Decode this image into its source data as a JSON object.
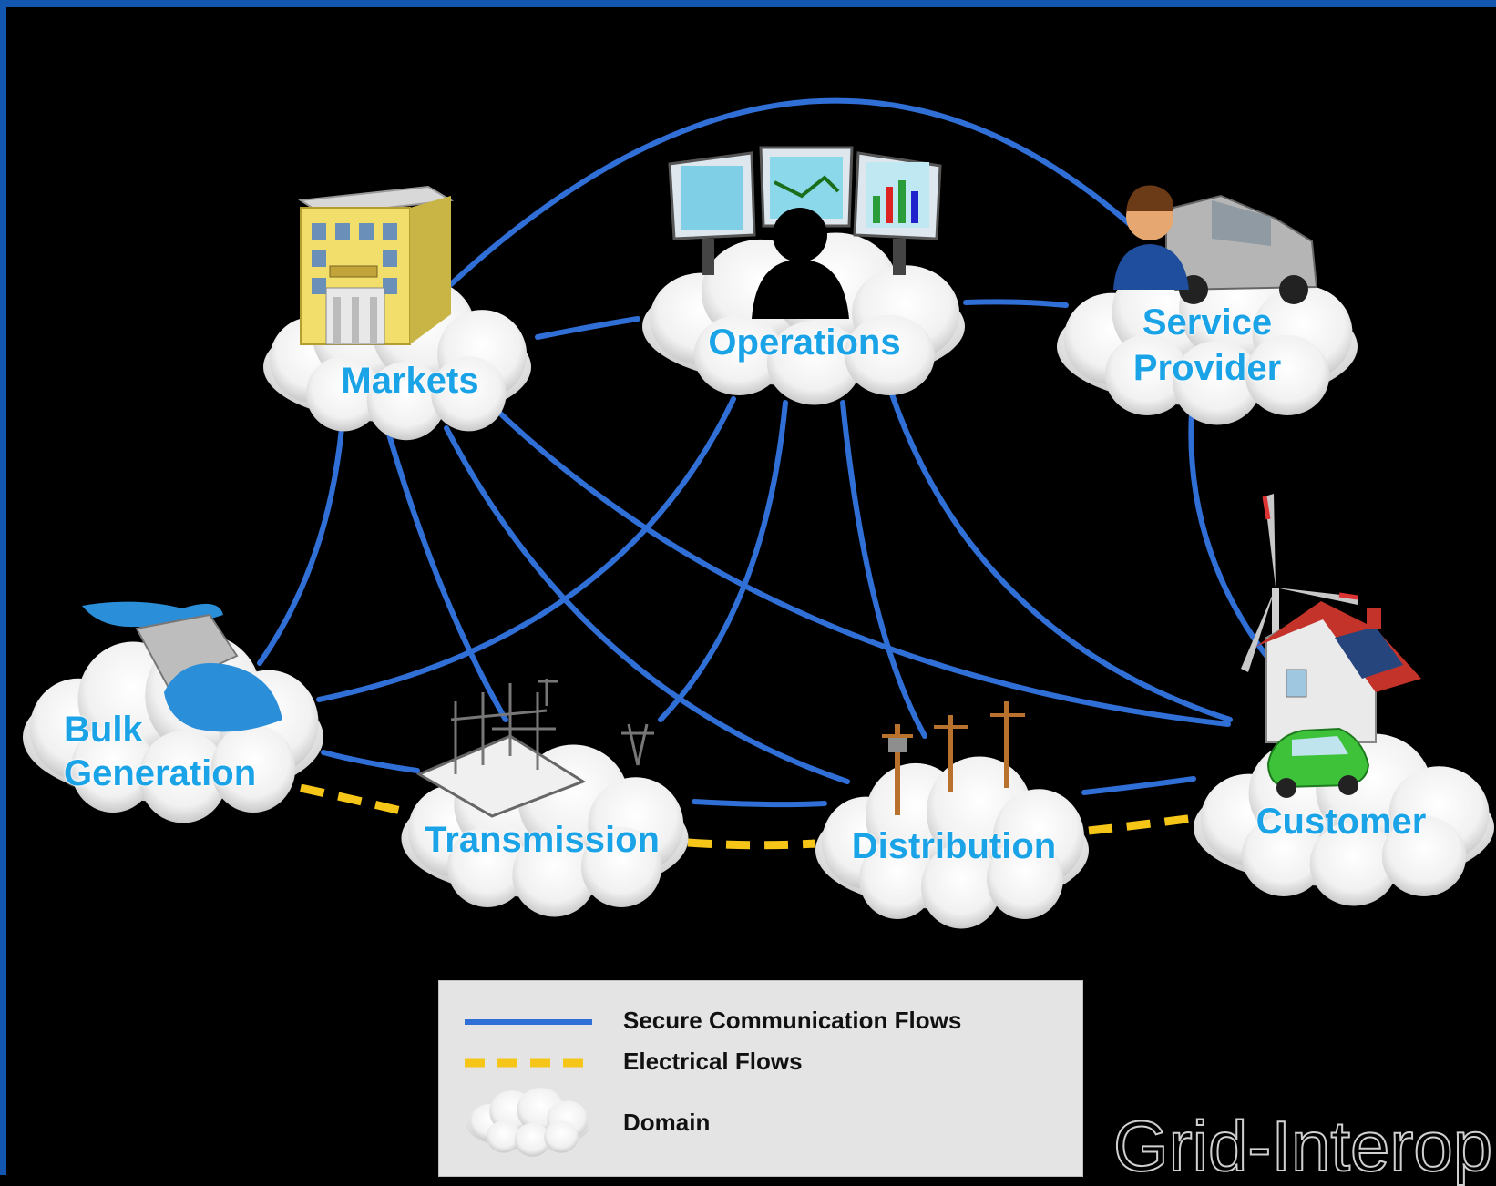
{
  "domains": {
    "markets": {
      "label": "Markets"
    },
    "operations": {
      "label": "Operations"
    },
    "service_provider": {
      "line1": "Service",
      "line2": "Provider"
    },
    "bulk_generation": {
      "line1": "Bulk",
      "line2": "Generation"
    },
    "transmission": {
      "label": "Transmission"
    },
    "distribution": {
      "label": "Distribution"
    },
    "customer": {
      "label": "Customer"
    }
  },
  "legend": {
    "communication_label": "Secure Communication Flows",
    "electrical_label": "Electrical Flows",
    "domain_label": "Domain"
  },
  "watermark": "Grid-Interop",
  "colors": {
    "communication_line": "#2f6fd6",
    "electrical_line": "#f5c518",
    "label_text": "#1aa3e6",
    "frame": "#1256b0"
  }
}
